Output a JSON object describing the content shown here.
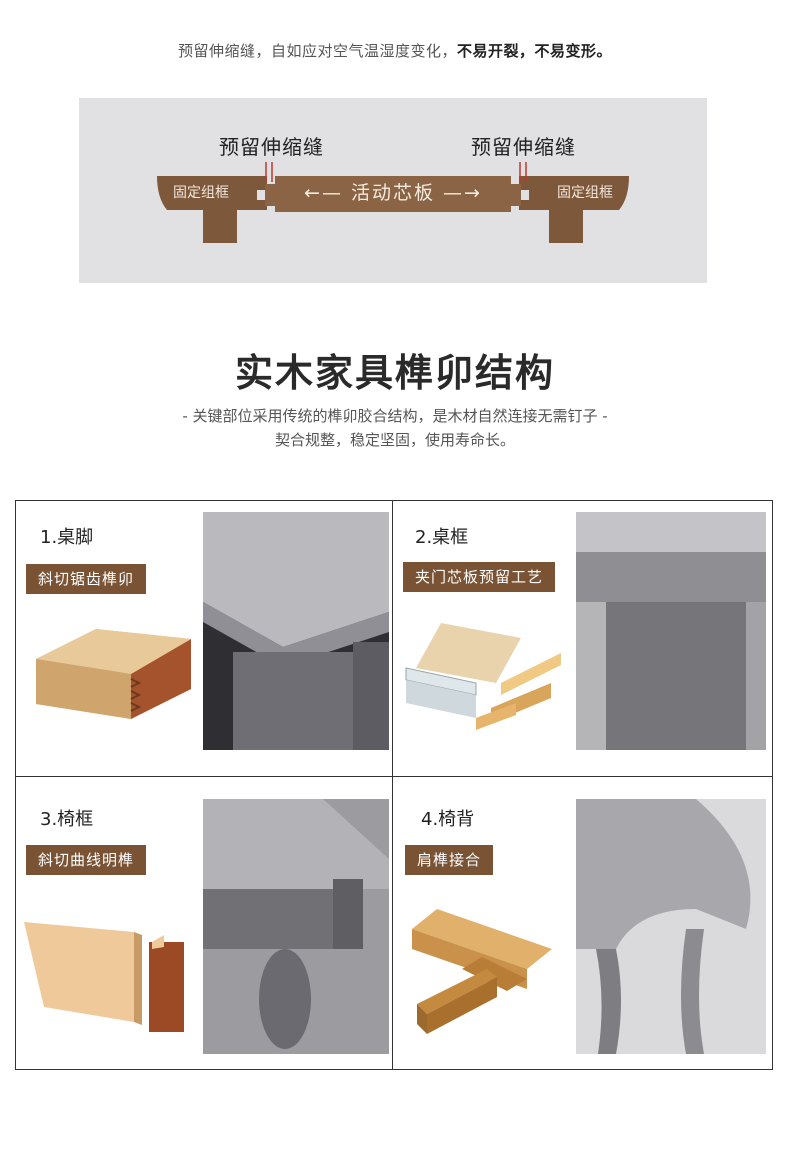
{
  "intro": {
    "normal": "预留伸缩缝，自如应对空气温湿度变化，",
    "bold": "不易开裂，不易变形。"
  },
  "diagram": {
    "gap_label_left": "预留伸缩缝",
    "gap_label_right": "预留伸缩缝",
    "frame_left": "固定组框",
    "frame_right": "固定组框",
    "panel": "←—  活动芯板  —→",
    "colors": {
      "wood": "#7d583b",
      "gap_line": "#c0392b",
      "background": "#e1e1e4"
    }
  },
  "section": {
    "title": "实木家具榫卯结构",
    "subtitle_line1": "- 关键部位采用传统的榫卯胶合结构，是木材自然连接无需钉子 -",
    "subtitle_line2": "契合规整，稳定坚固，使用寿命长。"
  },
  "cells": [
    {
      "number": "1.桌脚",
      "tag": "斜切锯齿榫卯",
      "joint_icon": "dovetail-joint-icon"
    },
    {
      "number": "2.桌框",
      "tag": "夹门芯板预留工艺",
      "joint_icon": "panel-frame-joint-icon"
    },
    {
      "number": "3.椅框",
      "tag": "斜切曲线明榫",
      "joint_icon": "curved-tenon-joint-icon"
    },
    {
      "number": "4.椅背",
      "tag": "肩榫接合",
      "joint_icon": "shoulder-tenon-joint-icon"
    }
  ],
  "colors": {
    "tag_background": "#7a5335",
    "photo_gray": "#8e8e92"
  }
}
